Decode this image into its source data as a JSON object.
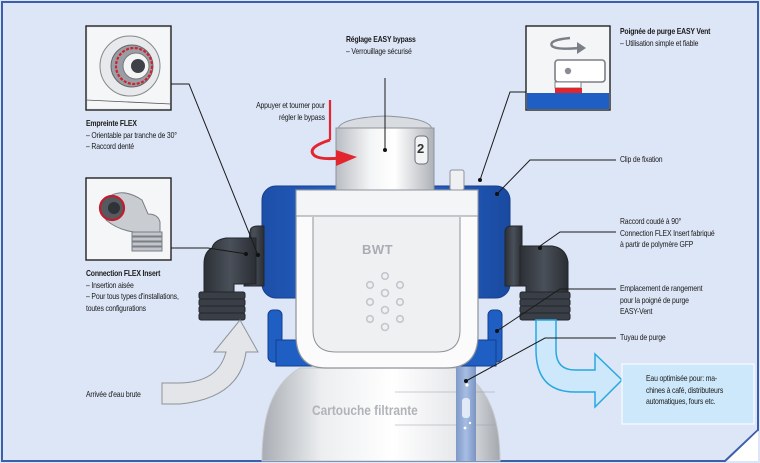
{
  "diagram": {
    "title": "BWT filter head – component overview",
    "colors": {
      "background": "#dde6f7",
      "border": "#3d5ea8",
      "head_blue": "#1f5fc4",
      "elbow_dark": "#3a3f47",
      "accent_red": "#e3262e",
      "outlet_light_blue": "#cde8fb",
      "outlet_stroke": "#27a8e0",
      "inlet_arrow": "#e3e5e8"
    },
    "callouts": {
      "empreinte": {
        "title": "Empreinte FLEX",
        "lines": [
          "– Orientable par tranche de 30°",
          "– Raccord denté"
        ]
      },
      "connection_insert": {
        "title": "Connection FLEX Insert",
        "lines": [
          "– Insertion aisée",
          "– Pour tous types d'installations,",
          "toutes configurations"
        ]
      },
      "bypass": {
        "title": "Réglage EASY bypass",
        "lines": [
          "– Verrouillage sécurisé"
        ]
      },
      "press_turn": {
        "lines": [
          "Appuyer et tourner pour",
          "régler le bypass"
        ]
      },
      "vent_handle": {
        "title": "Poignée de purge EASY Vent",
        "lines": [
          "– Utilisation simple et fiable"
        ]
      },
      "clip": {
        "lines": [
          "Clip de fixation"
        ]
      },
      "elbow": {
        "lines": [
          "Raccord coudé à 90°",
          "Connection FLEX Insert fabriqué",
          "à partir de polymère GFP"
        ]
      },
      "storage": {
        "lines": [
          "Emplacement de rangement",
          "pour la poigné de purge",
          "EASY-Vent"
        ]
      },
      "purge_pipe": {
        "lines": [
          "Tuyau de purge"
        ]
      },
      "inlet": {
        "lines": [
          "Arrivée d'eau brute"
        ]
      },
      "outlet": {
        "lines": [
          "Eau optimisée pour: ma-",
          "chines à café, distributeurs",
          "automatiques, fours etc."
        ]
      }
    },
    "device": {
      "brand": "BWT",
      "bypass_position": "2",
      "cartridge_label": "Cartouche filtrante"
    },
    "icons": {
      "rotate_arrow": "rotate-arrow-icon",
      "press_turn_arrow": "red-rotate-arrow-icon",
      "inlet_arrow": "curved-arrow-up-icon",
      "outlet_arrow": "curved-arrow-right-icon"
    }
  }
}
